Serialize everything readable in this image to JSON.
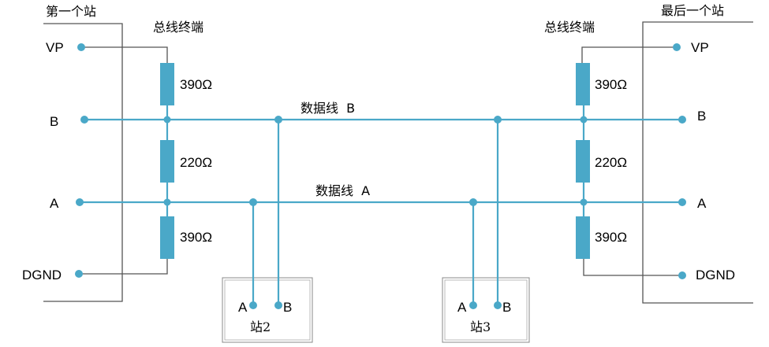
{
  "stations": {
    "first": "第一个站",
    "last": "最后一个站",
    "station2": "站2",
    "station3": "站3"
  },
  "terminators": {
    "left_title": "总线终端",
    "right_title": "总线终端"
  },
  "pins": {
    "vp": "VP",
    "b": "B",
    "a": "A",
    "dgnd": "DGND"
  },
  "resistors": {
    "top": "390Ω",
    "middle": "220Ω",
    "bottom": "390Ω"
  },
  "bus_lines": {
    "b": "数据线  B",
    "a": "数据线  A"
  },
  "colors": {
    "bus": "#4aa8c8",
    "frame": "#555555"
  }
}
